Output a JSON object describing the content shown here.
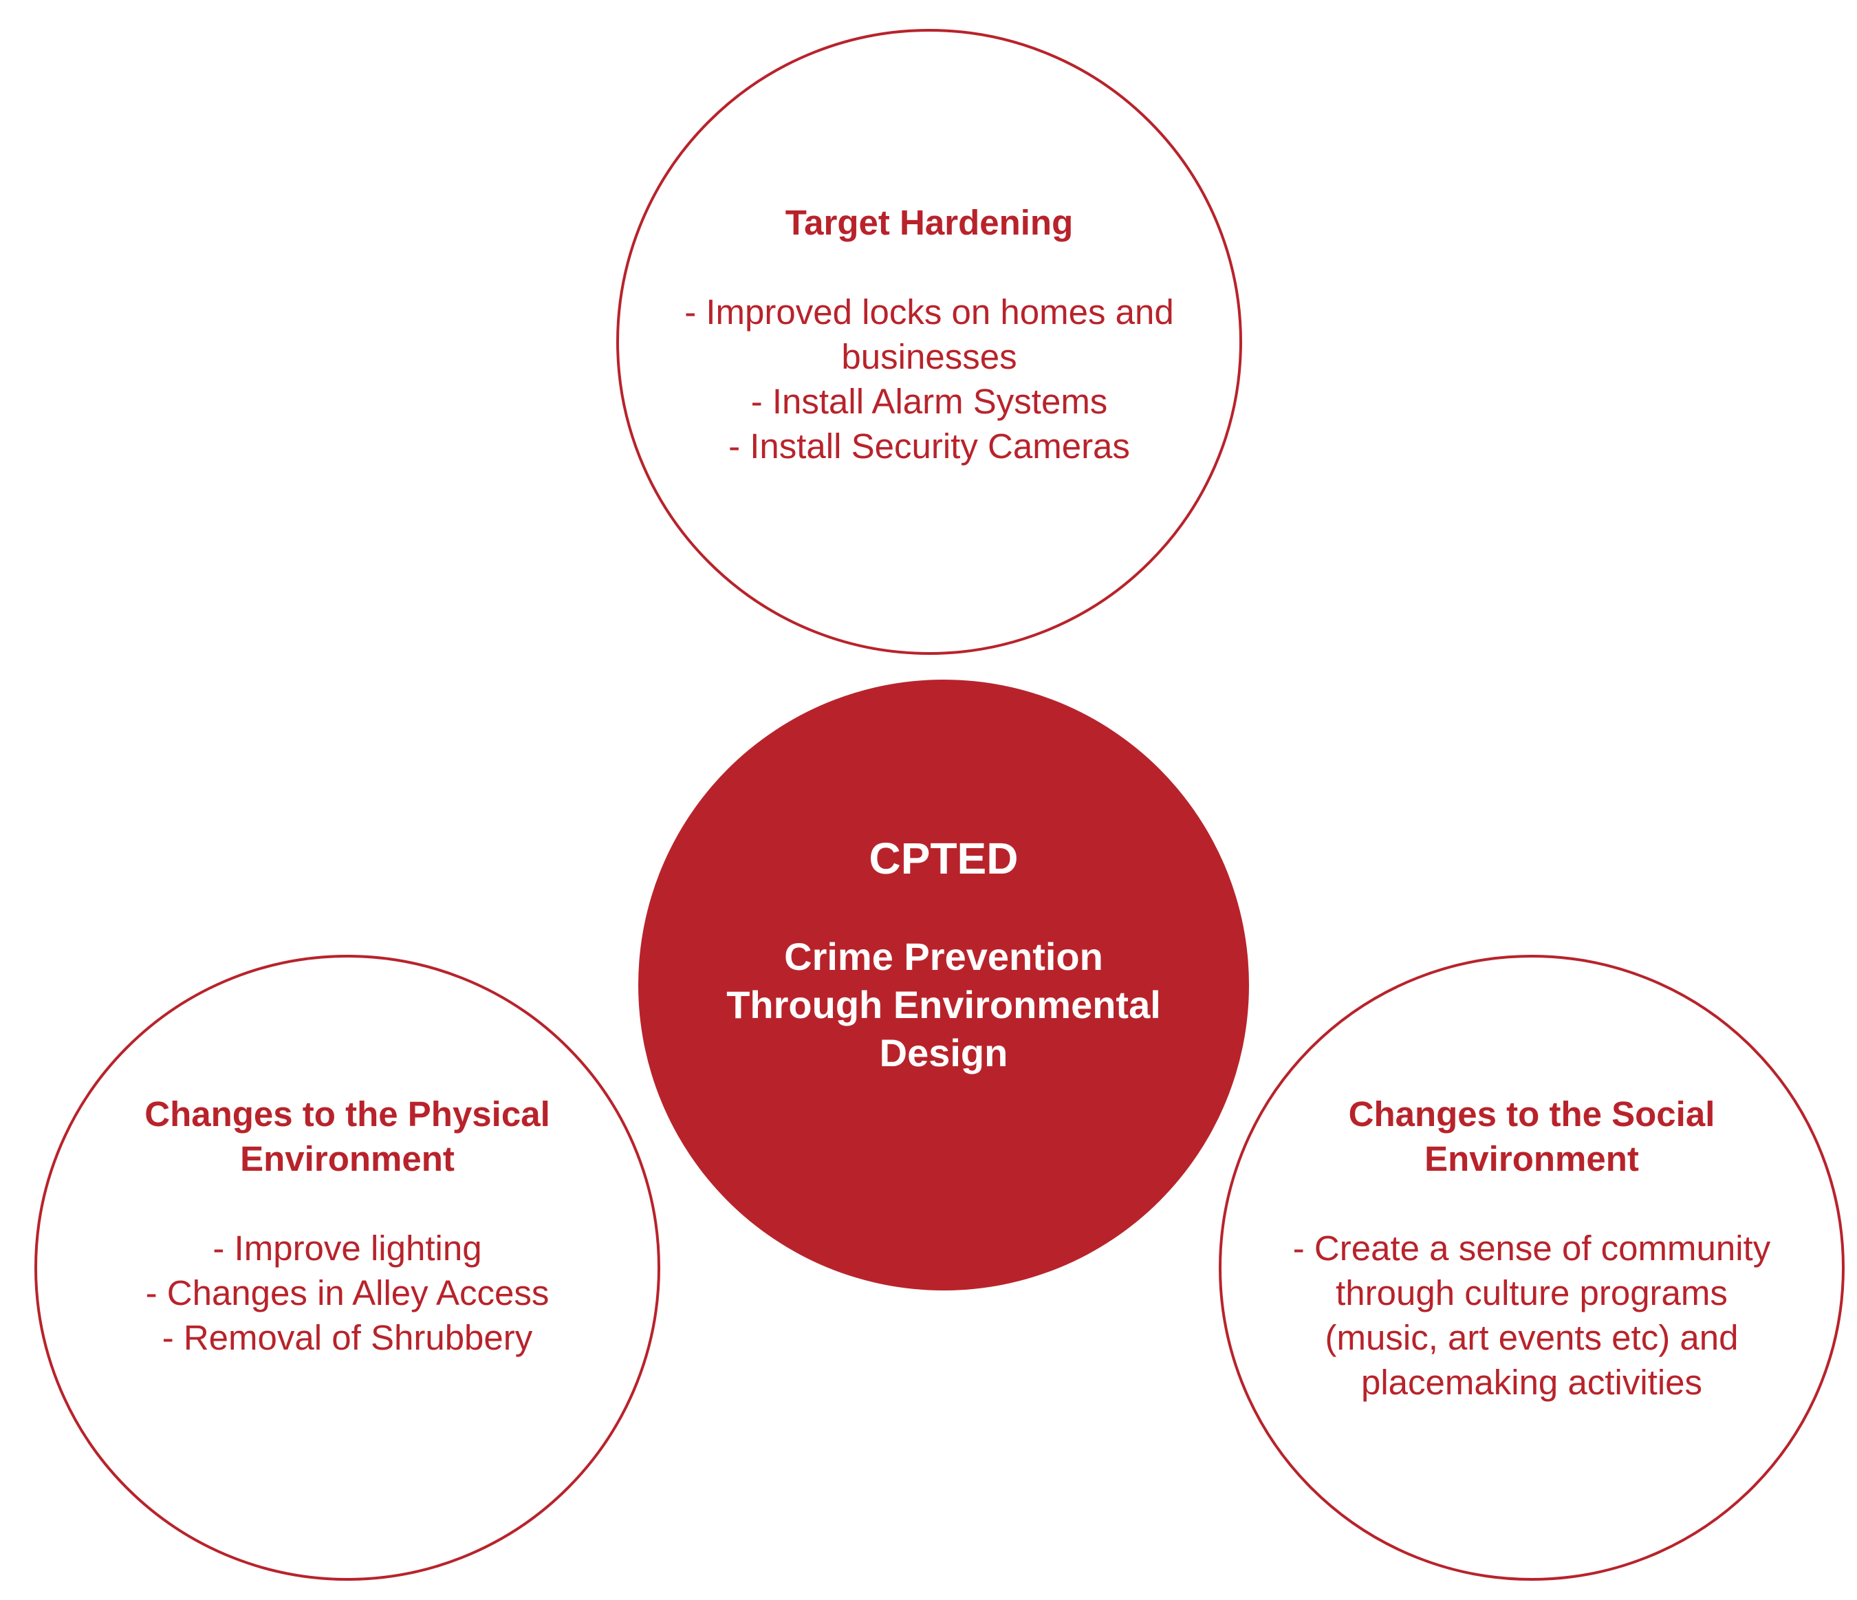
{
  "diagram": {
    "colors": {
      "accent": "#b8232b",
      "background": "#ffffff",
      "center_text": "#ffffff"
    },
    "center": {
      "title": "CPTED",
      "subtitle": "Crime Prevention Through Environmental Design"
    },
    "top": {
      "heading": "Target Hardening",
      "items": [
        "- Improved locks on homes and businesses",
        "- Install Alarm Systems",
        "- Install Security Cameras"
      ]
    },
    "left": {
      "heading": "Changes to the Physical Environment",
      "items": [
        "- Improve lighting",
        "- Changes in Alley Access",
        "- Removal of Shrubbery"
      ]
    },
    "right": {
      "heading": "Changes to the Social Environment",
      "items": [
        "- Create a sense of community through culture programs (music, art events etc) and placemaking activities"
      ]
    }
  }
}
